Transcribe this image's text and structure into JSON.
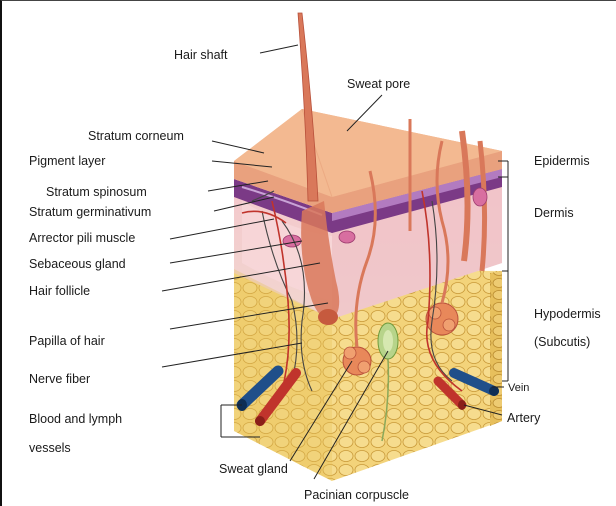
{
  "diagram": {
    "labels": {
      "hair_shaft": "Hair shaft",
      "sweat_pore": "Sweat pore",
      "stratum_corneum": "Stratum corneum",
      "pigment_layer": "Pigment layer",
      "stratum_spinosum": "Stratum spinosum",
      "stratum_germinativum": "Stratum germinativum",
      "arrector_pili_muscle": "Arrector pili muscle",
      "sebaceous_gland": "Sebaceous gland",
      "hair_follicle": "Hair follicle",
      "papilla_of_hair": "Papilla of hair",
      "nerve_fiber": "Nerve fiber",
      "blood_lymph_line1": "Blood and lymph",
      "blood_lymph_line2": "vessels",
      "sweat_gland": "Sweat gland",
      "pacinian_corpuscle": "Pacinian corpuscle",
      "epidermis": "Epidermis",
      "dermis": "Dermis",
      "hypodermis_line1": "Hypodermis",
      "hypodermis_line2": "(Subcutis)",
      "vein": "Vein",
      "artery": "Artery"
    },
    "colors": {
      "epidermis_top": "#f0b48c",
      "pigment": "#8a3a8a",
      "dermis": "#f2c9c9",
      "hypodermis": "#f0cf6a",
      "hair": "#d9785a",
      "vein": "#1f4f8a",
      "artery": "#c0342c",
      "line": "#222222"
    }
  }
}
